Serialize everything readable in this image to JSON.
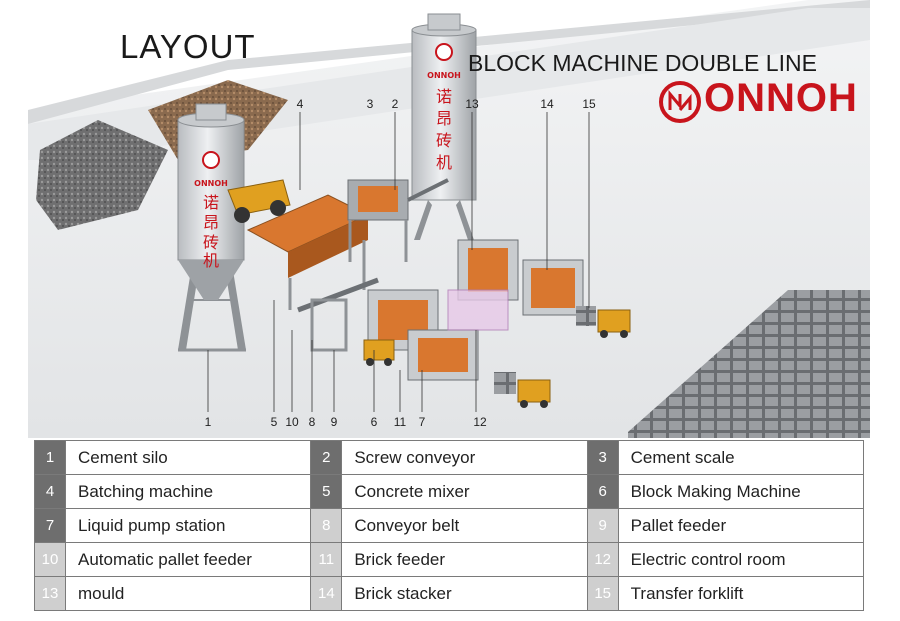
{
  "header": {
    "layout_title": "LAYOUT",
    "brand_title": "BLOCK MACHINE DOUBLE LINE",
    "brand_name": "ONNOH"
  },
  "silo_text": {
    "brand": "ONNOH",
    "chars": [
      "诺",
      "昂",
      "砖",
      "机"
    ]
  },
  "callouts": [
    "1",
    "2",
    "3",
    "4",
    "5",
    "6",
    "7",
    "8",
    "9",
    "10",
    "11",
    "12",
    "13",
    "14",
    "15"
  ],
  "legend": {
    "rows": [
      [
        {
          "num": "1",
          "label": "Cement silo"
        },
        {
          "num": "2",
          "label": "Screw conveyor"
        },
        {
          "num": "3",
          "label": "Cement scale"
        }
      ],
      [
        {
          "num": "4",
          "label": "Batching machine"
        },
        {
          "num": "5",
          "label": "Concrete mixer"
        },
        {
          "num": "6",
          "label": "Block Making Machine"
        }
      ],
      [
        {
          "num": "7",
          "label": "Liquid pump station"
        },
        {
          "num": "8",
          "label": "Conveyor belt"
        },
        {
          "num": "9",
          "label": "Pallet feeder"
        }
      ],
      [
        {
          "num": "10",
          "label": "Automatic pallet feeder"
        },
        {
          "num": "11",
          "label": "Brick feeder"
        },
        {
          "num": "12",
          "label": "Electric control room"
        }
      ],
      [
        {
          "num": "13",
          "label": "mould"
        },
        {
          "num": "14",
          "label": "Brick stacker"
        },
        {
          "num": "15",
          "label": "Transfer forklift"
        }
      ]
    ]
  },
  "colors": {
    "brand_red": "#c8141c",
    "machine_orange": "#d9772f",
    "frame_grey": "#a8acb0",
    "ground": "#ecedee",
    "block_grey": "#8c8f93"
  }
}
